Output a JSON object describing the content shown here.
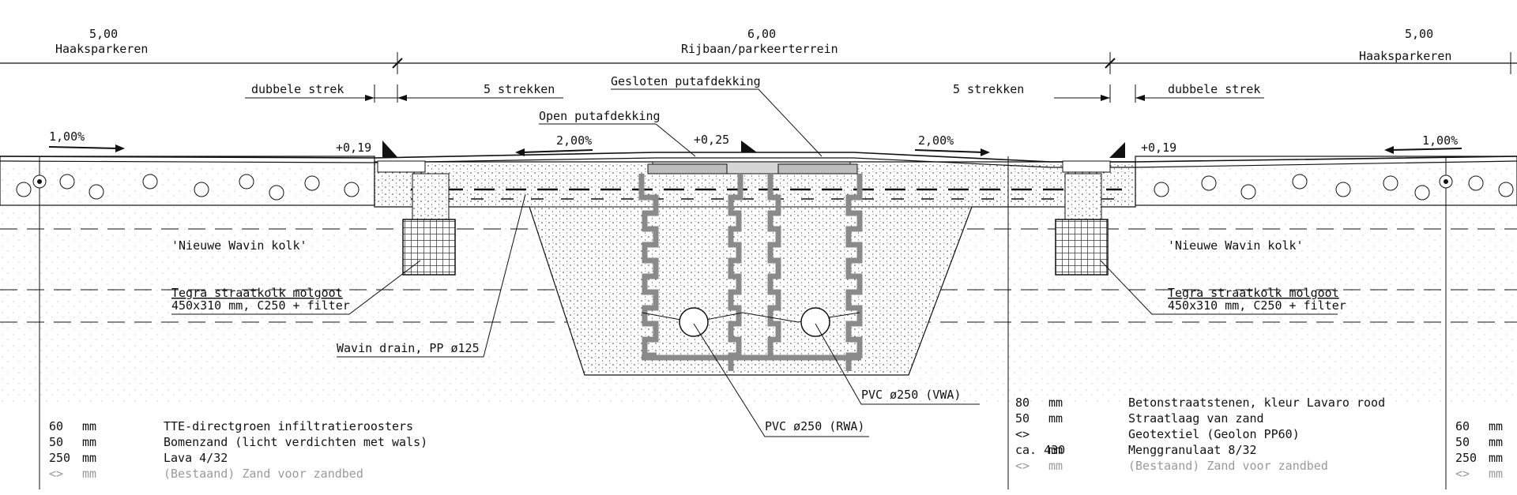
{
  "dimensions": {
    "left_width": "5,00",
    "left_label": "Haaksparkeren",
    "mid_width": "6,00",
    "mid_label": "Rijbaan/parkeerterrein",
    "right_width": "5,00",
    "right_label": "Haaksparkeren"
  },
  "callouts": {
    "dubbele_strek_left": "dubbele strek",
    "strekken_left": "5 strekken",
    "gesloten": "Gesloten putafdekking",
    "open": "Open putafdekking",
    "strekken_right": "5 strekken",
    "dubbele_strek_right": "dubbele strek"
  },
  "slopes": {
    "left_outer": "1,00%",
    "left_inner": "2,00%",
    "right_inner": "2,00%",
    "right_outer": "1,00%"
  },
  "levels": {
    "left": "+0,19",
    "center": "+0,25",
    "right": "+0,19"
  },
  "labels": {
    "kolk_left": [
      "'Nieuwe Wavin kolk'",
      "Tegra straatkolk molgoot",
      "450x310 mm, C250 + filter"
    ],
    "kolk_right": [
      "'Nieuwe Wavin kolk'",
      "Tegra straatkolk molgoot",
      "450x310 mm, C250 + filter"
    ],
    "drain": "Wavin drain, PP ø125",
    "pvc_vwa": "PVC ø250 (VWA)",
    "pvc_rwa": "PVC ø250 (RWA)"
  },
  "legend_left": [
    {
      "qty": "60",
      "unit": "mm",
      "text": "TTE-directgroen infiltratieroosters",
      "muted": false
    },
    {
      "qty": "50",
      "unit": "mm",
      "text": "Bomenzand (licht verdichten met wals)",
      "muted": false
    },
    {
      "qty": "250",
      "unit": "mm",
      "text": "Lava 4/32",
      "muted": false
    },
    {
      "qty": "<>",
      "unit": "mm",
      "text": "(Bestaand) Zand voor zandbed",
      "muted": true
    }
  ],
  "legend_right": [
    {
      "qty": "80",
      "unit": "mm",
      "text": "Betonstraatstenen, kleur Lavaro rood",
      "muted": false
    },
    {
      "qty": "50",
      "unit": "mm",
      "text": "Straatlaag van zand",
      "muted": false
    },
    {
      "qty": "<>",
      "unit": "",
      "text": "Geotextiel (Geolon PP60)",
      "muted": false
    },
    {
      "qty": "ca. 430",
      "unit": "mm",
      "text": "Menggranulaat 8/32",
      "muted": false
    },
    {
      "qty": "<>",
      "unit": "mm",
      "text": "(Bestaand) Zand voor zandbed",
      "muted": true
    }
  ],
  "legend_far_right": [
    {
      "qty": "60",
      "unit": "mm",
      "muted": false
    },
    {
      "qty": "50",
      "unit": "mm",
      "muted": false
    },
    {
      "qty": "250",
      "unit": "mm",
      "muted": false
    },
    {
      "qty": "<>",
      "unit": "mm",
      "muted": true
    }
  ]
}
